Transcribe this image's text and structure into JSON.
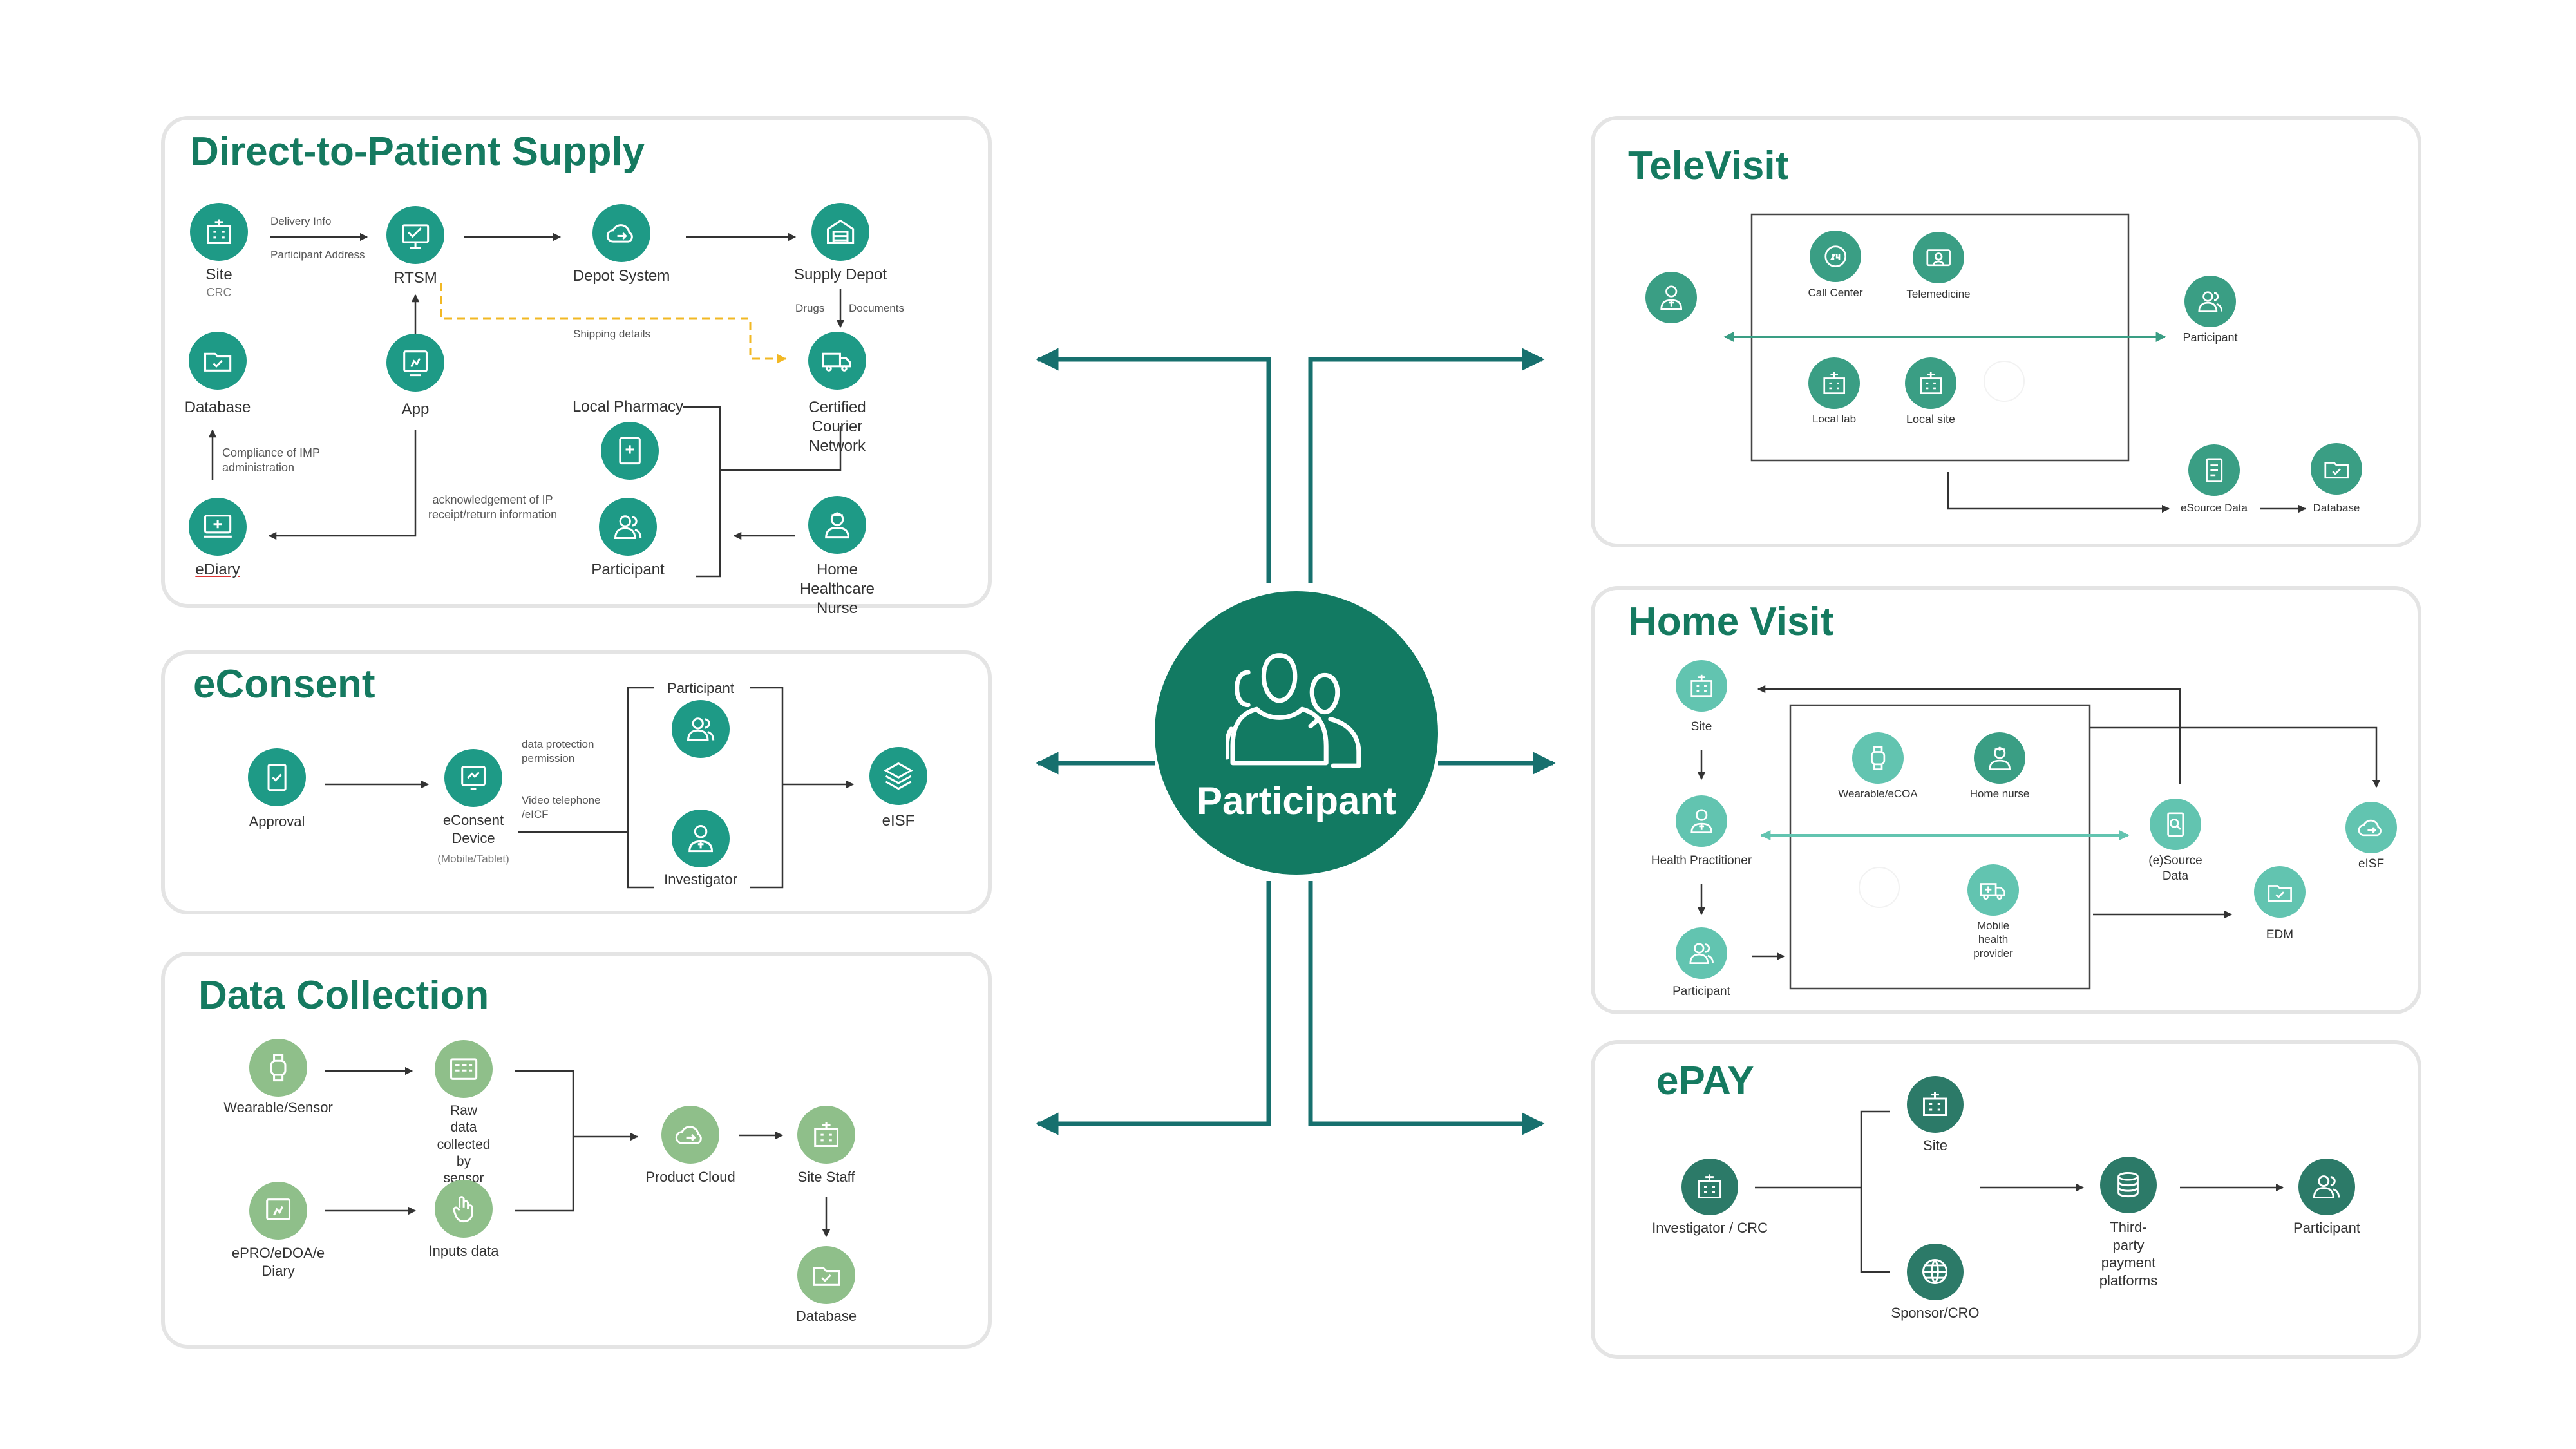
{
  "colors": {
    "primary": "#127a62",
    "teal": "#1e9a86",
    "light_green": "#8fbf8a",
    "mint": "#62c4b0",
    "connector": "#17706e",
    "accent_yellow": "#f2b824",
    "panel_border": "#e4e4e4"
  },
  "hub": {
    "label": "Participant",
    "icon": "participant-group-icon"
  },
  "dtp": {
    "title": "Direct-to-Patient Supply",
    "site": "Site",
    "site_sub": "CRC",
    "delivery_info": "Delivery Info",
    "participant_address": "Participant Address",
    "rtsm": "RTSM",
    "depot": "Depot System",
    "supply_depot": "Supply Depot",
    "drugs": "Drugs",
    "documents": "Documents",
    "shipping_details": "Shipping details",
    "database": "Database",
    "app": "App",
    "local_pharmacy": "Local Pharmacy",
    "courier": "Certified Courier\nNetwork",
    "compliance": "Compliance of IMP\nadministration",
    "acknowledgement": "acknowledgement of IP\nreceipt/return information",
    "ediary": "eDiary",
    "participant": "Participant",
    "home_nurse": "Home Healthcare\nNurse"
  },
  "econsent": {
    "title": "eConsent",
    "approval": "Approval",
    "device": "eConsent\nDevice",
    "device_sub": "(Mobile/Tablet)",
    "data_protection": "data protection\npermission",
    "video": "Video telephone\n/eICF",
    "participant": "Participant",
    "investigator": "Investigator",
    "eisf": "eISF"
  },
  "datacollection": {
    "title": "Data Collection",
    "wearable": "Wearable/Sensor",
    "raw_data": "Raw data collected\nby sensor",
    "product_cloud": "Product Cloud",
    "site_staff": "Site Staff",
    "epro": "ePRO/eDOA/e\nDiary",
    "inputs": "Inputs data",
    "database": "Database"
  },
  "televisit": {
    "title": "TeleVisit",
    "call_center": "Call Center",
    "telemedicine": "Telemedicine",
    "participant": "Participant",
    "local_lab": "Local lab",
    "local_site": "Local site",
    "esource": "eSource Data",
    "database": "Database"
  },
  "homevisit": {
    "title": "Home Visit",
    "site": "Site",
    "wearable": "Wearable/eCOA",
    "home_nurse": "Home nurse",
    "health_practitioner": "Health Practitioner",
    "esource": "(e)Source\nData",
    "eisf": "eISF",
    "mobile_provider": "Mobile health\nprovider",
    "edm": "EDM",
    "participant": "Participant"
  },
  "epay": {
    "title": "ePAY",
    "site": "Site",
    "investigator": "Investigator / CRC",
    "third_party": "Third-party\npayment\nplatforms",
    "participant": "Participant",
    "sponsor": "Sponsor/CRO"
  }
}
